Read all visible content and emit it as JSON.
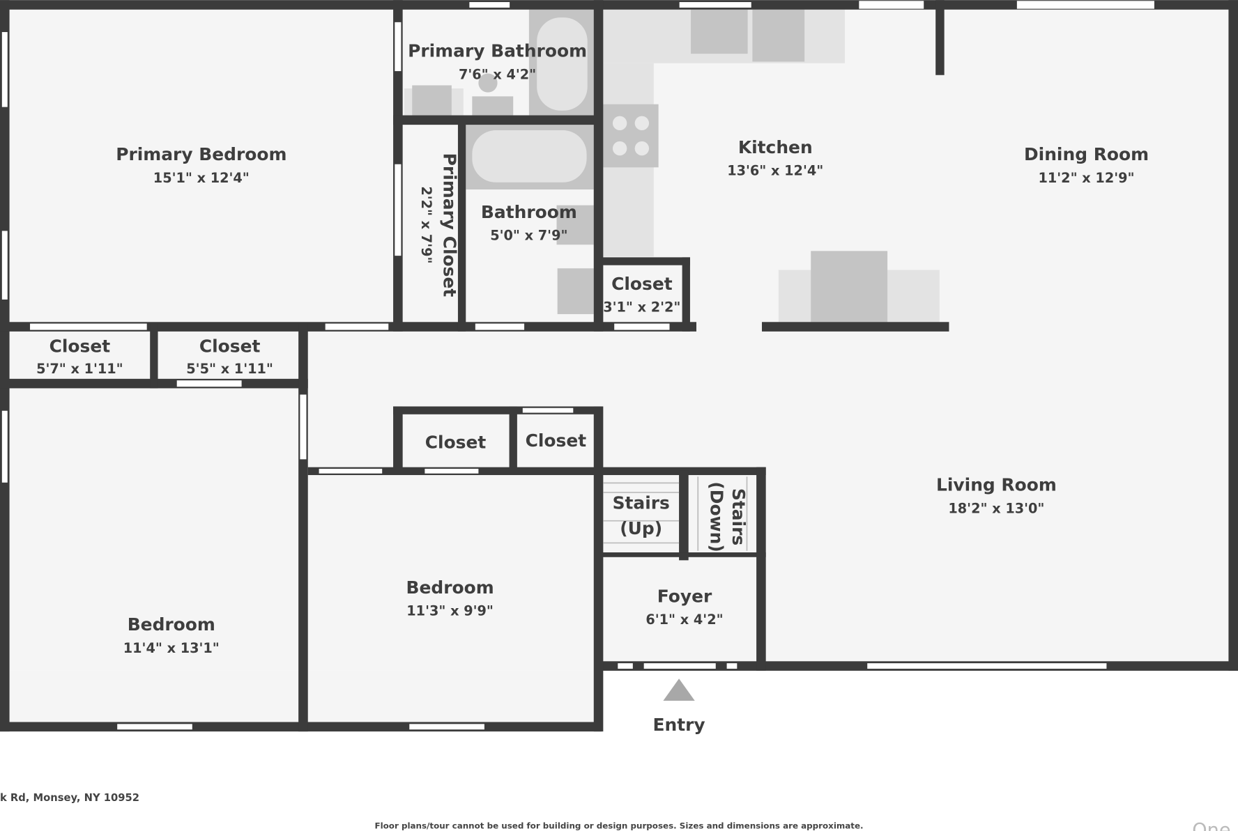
{
  "rooms": {
    "primary_bedroom": {
      "name": "Primary Bedroom",
      "dims": "15'1\" x 12'4\""
    },
    "primary_bathroom": {
      "name": "Primary Bathroom",
      "dims": "7'6\" x 4'2\""
    },
    "primary_closet": {
      "name": "Primary Closet",
      "dims": "2'2\" x 7'9\""
    },
    "bathroom": {
      "name": "Bathroom",
      "dims": "5'0\" x 7'9\""
    },
    "kitchen": {
      "name": "Kitchen",
      "dims": "13'6\" x 12'4\""
    },
    "dining_room": {
      "name": "Dining Room",
      "dims": "11'2\" x 12'9\""
    },
    "closet_kitchen": {
      "name": "Closet",
      "dims": "3'1\" x 2'2\""
    },
    "closet_1": {
      "name": "Closet",
      "dims": "5'7\" x 1'11\""
    },
    "closet_2": {
      "name": "Closet",
      "dims": "5'5\" x 1'11\""
    },
    "closet_3": {
      "name": "Closet"
    },
    "closet_4": {
      "name": "Closet"
    },
    "stairs_up": {
      "name": "Stairs",
      "sub": "(Up)"
    },
    "stairs_down": {
      "name": "Stairs",
      "sub": "(Down)"
    },
    "living_room": {
      "name": "Living Room",
      "dims": "18'2\" x 13'0\""
    },
    "bedroom_1": {
      "name": "Bedroom",
      "dims": "11'4\" x 13'1\""
    },
    "bedroom_2": {
      "name": "Bedroom",
      "dims": "11'3\" x 9'9\""
    },
    "foyer": {
      "name": "Foyer",
      "dims": "6'1\" x 4'2\""
    }
  },
  "entry_label": "Entry",
  "address": "k Rd, Monsey, NY 10952",
  "disclaimer": "Floor plans/tour cannot be used for building or design purposes. Sizes and dimensions are approximate.",
  "logo_text": "One",
  "colors": {
    "wall": "#3b3b3b",
    "floor": "#f5f5f5",
    "fixture": "#c4c4c4"
  }
}
